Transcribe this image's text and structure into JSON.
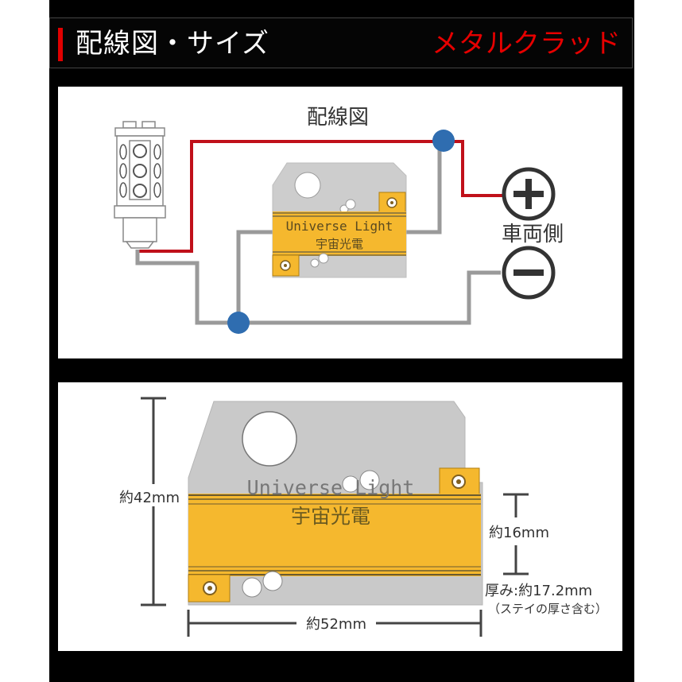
{
  "header": {
    "title": "配線図・サイズ",
    "brand": "メタルクラッド"
  },
  "wiring": {
    "title": "配線図",
    "plus_symbol": "+",
    "minus_symbol": "−",
    "vehicle_side_label": "車両側",
    "resistor_text_en": "Universe Light",
    "resistor_text_jp": "宇宙光電"
  },
  "dimensions": {
    "height": "約42mm",
    "body_height": "約16mm",
    "width": "約52mm",
    "thickness": "厚み:約17.2mm",
    "thickness_note": "（ステイの厚さ含む）",
    "resistor_text_en": "Universe Light",
    "resistor_text_jp": "宇宙光電"
  },
  "colors": {
    "accent_red": "#e00000",
    "wire_red": "#c0101a",
    "wire_gray": "#9a9a9a",
    "junction_blue": "#2f6db0",
    "resistor_gold": "#f5b82e",
    "plate_gray": "#c9c9c9"
  }
}
